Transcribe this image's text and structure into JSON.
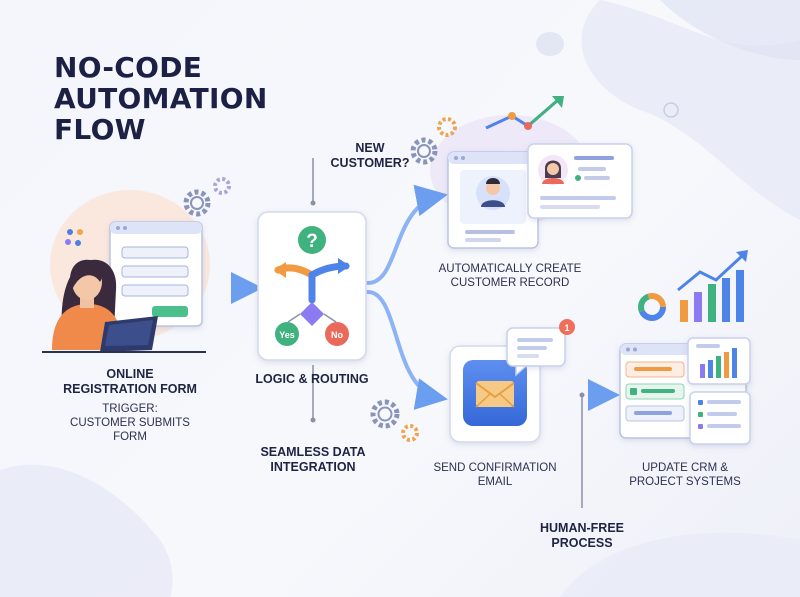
{
  "title": {
    "line1": "NO-CODE",
    "line2": "AUTOMATION",
    "line3": "FLOW"
  },
  "labels": {
    "form": {
      "line1": "ONLINE",
      "line2": "REGISTRATION FORM"
    },
    "trigger": {
      "line1": "TRIGGER:",
      "line2": "CUSTOMER SUBMITS",
      "line3": "FORM"
    },
    "logic": "LOGIC & ROUTING",
    "new_customer": {
      "line1": "NEW",
      "line2": "CUSTOMER?"
    },
    "seamless": {
      "line1": "SEAMLESS DATA",
      "line2": "INTEGRATION"
    },
    "create_record": {
      "line1": "AUTOMATICALLY CREATE",
      "line2": "CUSTOMER RECORD"
    },
    "send_email": {
      "line1": "SEND CONFIRMATION",
      "line2": "EMAIL"
    },
    "update_crm": {
      "line1": "UPDATE CRM &",
      "line2": "PROJECT SYSTEMS"
    },
    "human_free": {
      "line1": "HUMAN-FREE",
      "line2": "PROCESS"
    }
  },
  "decision": {
    "question": "?",
    "yes": "Yes",
    "no": "No"
  },
  "notification_count": "1",
  "colors": {
    "title": "#1b2044",
    "arrow": "#7aa9f3",
    "accent_blue": "#3b7be6",
    "yes_green": "#3fb27f",
    "no_red": "#e96a5b",
    "orange": "#f29a42",
    "purple": "#8b7bf2"
  }
}
